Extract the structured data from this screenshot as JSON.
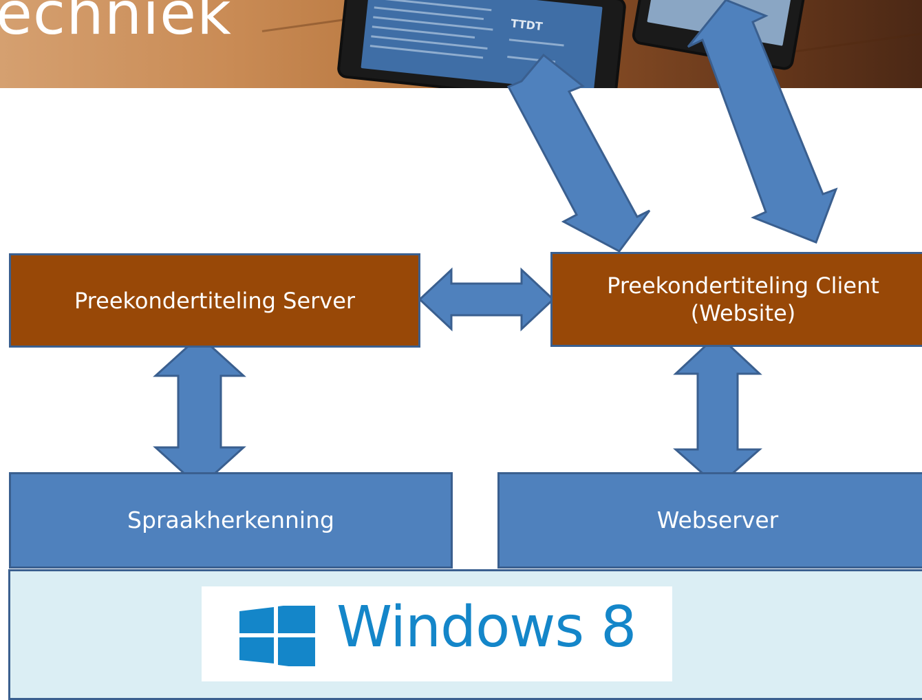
{
  "slide": {
    "title_fragment": "echniek"
  },
  "nodes": {
    "server": "Preekondertiteling Server",
    "client": "Preekondertiteling Client\n(Website)",
    "speech": "Spraakherkenning",
    "webserver": "Webserver"
  },
  "os_logo": {
    "name": "Windows 8"
  },
  "colors": {
    "app_box": "#984807",
    "service_box": "#4f81bd",
    "arrow": "#4f81bd",
    "os_layer": "#dbeef4",
    "border": "#3a5f8f",
    "windows_blue": "#1486c9"
  }
}
